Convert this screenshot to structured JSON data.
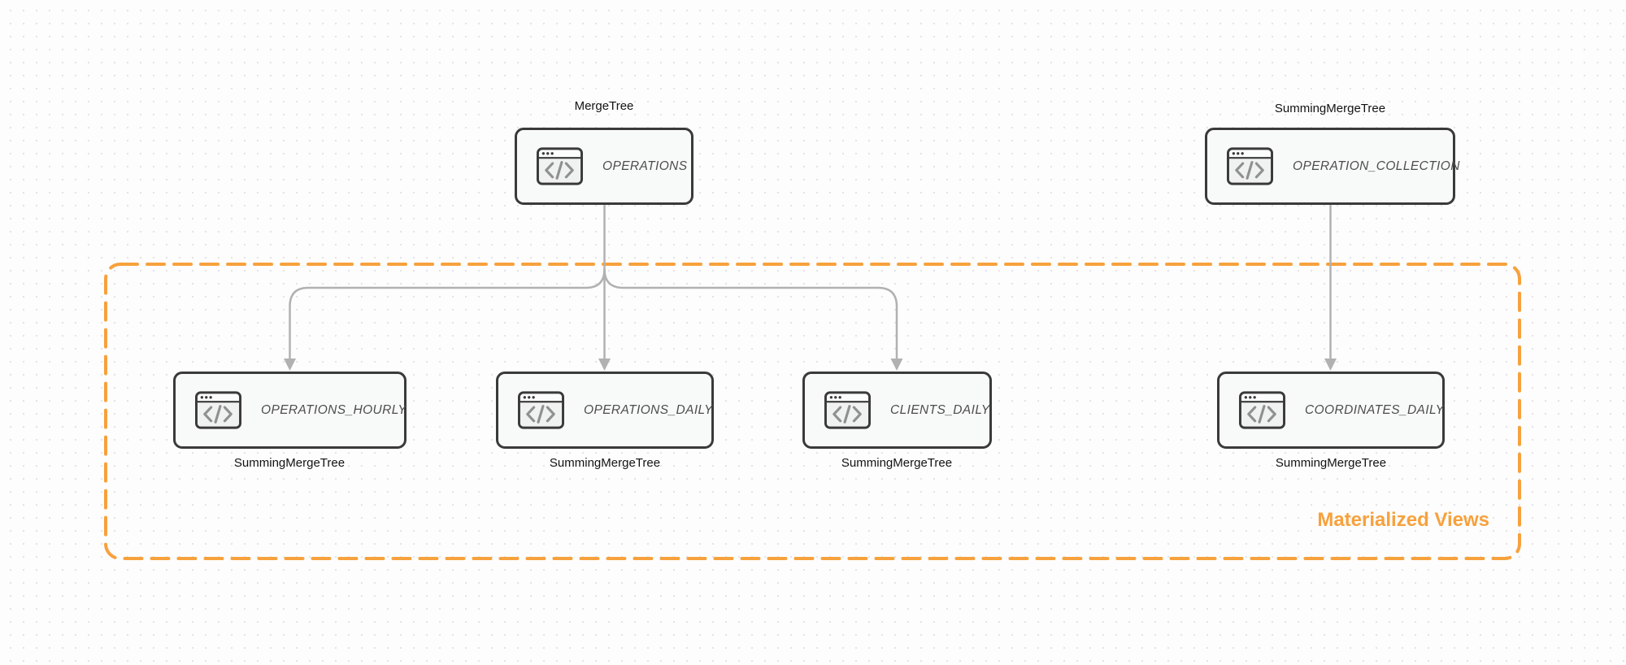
{
  "diagram": {
    "group_label": "Materialized Views",
    "nodes": [
      {
        "id": "operations",
        "title": "OPERATIONS",
        "engine": "MergeTree",
        "engine_position": "top"
      },
      {
        "id": "operation_collection",
        "title": "OPERATION_COLLECTION",
        "engine": "SummingMergeTree",
        "engine_position": "top"
      },
      {
        "id": "operations_hourly",
        "title": "OPERATIONS_HOURLY",
        "engine": "SummingMergeTree",
        "engine_position": "bottom"
      },
      {
        "id": "operations_daily",
        "title": "OPERATIONS_DAILY",
        "engine": "SummingMergeTree",
        "engine_position": "bottom"
      },
      {
        "id": "clients_daily",
        "title": "CLIENTS_DAILY",
        "engine": "SummingMergeTree",
        "engine_position": "bottom"
      },
      {
        "id": "coordinates_daily",
        "title": "COORDINATES_DAILY",
        "engine": "SummingMergeTree",
        "engine_position": "bottom"
      }
    ],
    "edges": [
      {
        "from": "OPERATIONS",
        "to": "OPERATIONS_HOURLY"
      },
      {
        "from": "OPERATIONS",
        "to": "OPERATIONS_DAILY"
      },
      {
        "from": "OPERATIONS",
        "to": "CLIENTS_DAILY"
      },
      {
        "from": "OPERATION_COLLECTION",
        "to": "COORDINATES_DAILY"
      }
    ],
    "icon": "code-window-icon",
    "colors": {
      "accent_orange": "#F7A13C",
      "node_border": "#3A3A3A",
      "node_fill": "#F8F9F9",
      "connector": "#B1B1B1",
      "node_title_text": "#4D4D4D",
      "engine_label_text": "#121212",
      "background_dots": "#E4E4E9"
    }
  }
}
